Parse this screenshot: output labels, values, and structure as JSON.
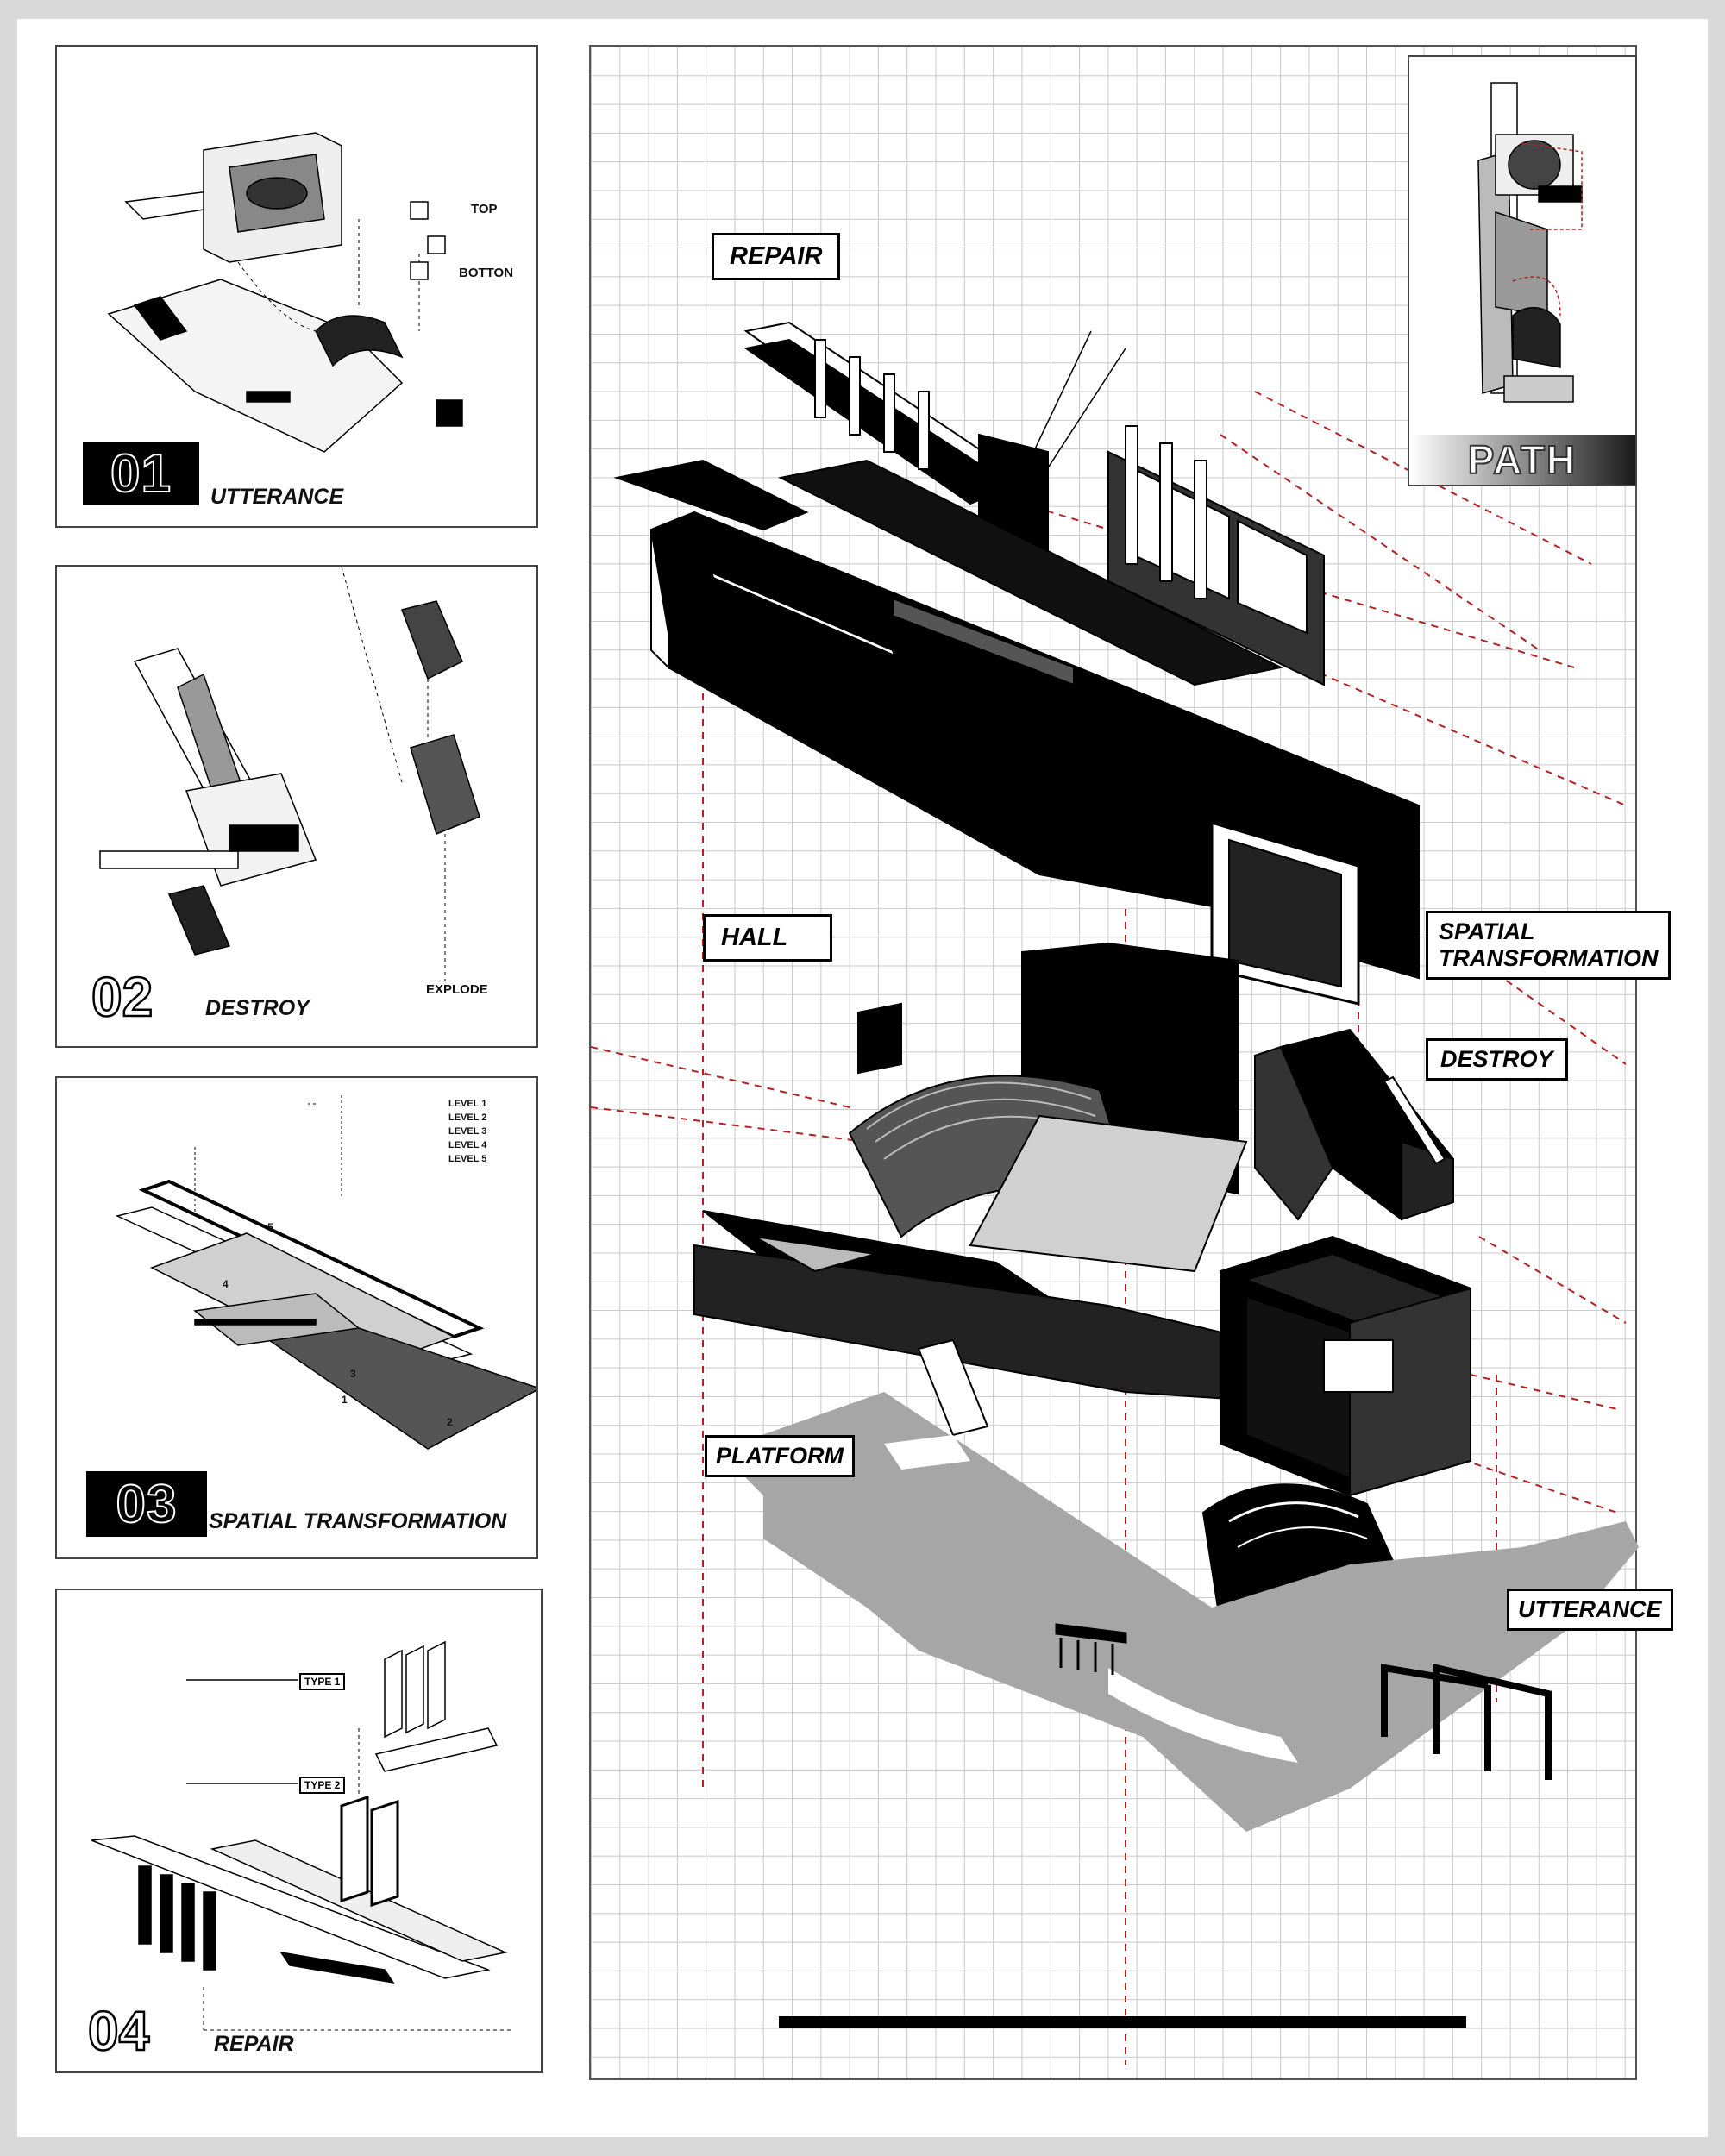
{
  "panels": [
    {
      "number": "01",
      "title": "UTTERANCE",
      "notes": [
        "TOP",
        "BOTTON"
      ]
    },
    {
      "number": "02",
      "title": "DESTROY",
      "notes": [
        "EXPLODE"
      ]
    },
    {
      "number": "03",
      "title": "SPATIAL TRANSFORMATION",
      "levels": [
        "LEVEL  1",
        "LEVEL  2",
        "LEVEL  3",
        "LEVEL  4",
        "LEVEL  5"
      ],
      "markers": [
        "5",
        "4",
        "3",
        "1",
        "2"
      ]
    },
    {
      "number": "04",
      "title": "REPAIR",
      "types": [
        "TYPE 1",
        "TYPE 2"
      ]
    }
  ],
  "main": {
    "tags": {
      "repair": "REPAIR",
      "hall": "HALL",
      "platform": "PLATFORM",
      "spatial_1": "SPATIAL",
      "spatial_2": "TRANSFORMATION",
      "destroy": "DESTROY",
      "utterance": "UTTERANCE"
    },
    "path_label": "PATH"
  },
  "colors": {
    "accent_dashed": "#b22222",
    "solid": "#000000",
    "mid_gray": "#a6a6a6"
  }
}
